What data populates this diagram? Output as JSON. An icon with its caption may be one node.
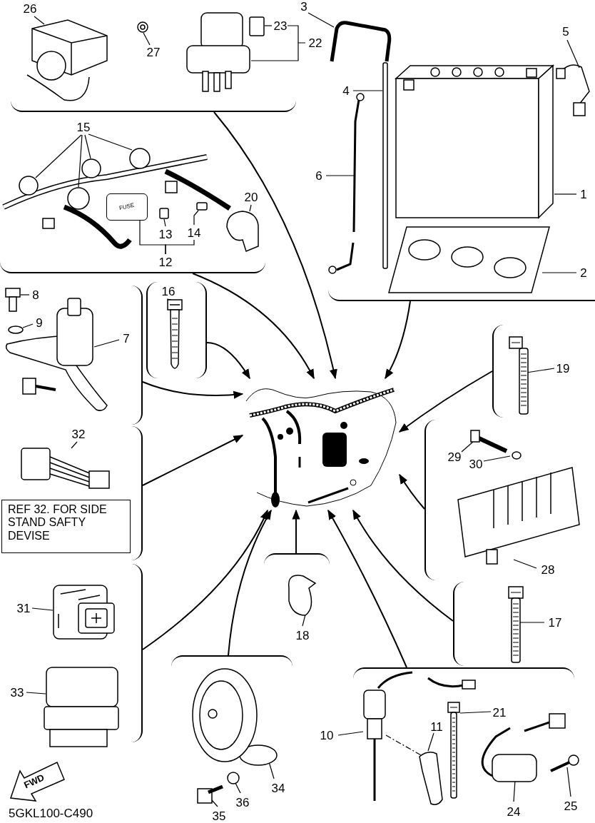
{
  "diagram": {
    "nodes": [
      {
        "text": [],
        "shape": "box"
      },
      {
        "text": [
          "26"
        ],
        "in": 0
      },
      {
        "text": [
          "27"
        ],
        "in": 0
      },
      {
        "text": [
          "23"
        ],
        "in": 0
      },
      {
        "text": [
          "22"
        ]
      },
      {
        "text": [],
        "shape": "box"
      },
      {
        "text": [
          "3"
        ]
      },
      {
        "text": [
          "5"
        ],
        "in": 5
      },
      {
        "text": [
          "4"
        ],
        "in": 5
      },
      {
        "text": [
          "6"
        ]
      },
      {
        "text": [
          "1"
        ],
        "in": 5
      },
      {
        "text": [
          "2"
        ],
        "in": 5
      },
      {
        "text": [],
        "shape": "box"
      },
      {
        "text": [
          "15"
        ],
        "in": 12
      },
      {
        "text": [
          "20"
        ],
        "in": 12
      },
      {
        "text": [
          "13"
        ],
        "in": 12
      },
      {
        "text": [
          "14"
        ],
        "in": 12
      },
      {
        "text": [
          "12"
        ],
        "in": 12
      },
      {
        "text": [],
        "shape": "box"
      },
      {
        "text": [
          "8"
        ],
        "in": 18
      },
      {
        "text": [
          "9"
        ],
        "in": 18
      },
      {
        "text": [
          "7"
        ],
        "in": 18
      },
      {
        "text": [],
        "shape": "box"
      },
      {
        "text": [
          "16"
        ],
        "in": 22
      },
      {
        "text": [],
        "shape": "box"
      },
      {
        "text": [
          "19"
        ],
        "in": 24
      },
      {
        "text": [],
        "shape": "picture"
      },
      {
        "text": [],
        "shape": "box"
      },
      {
        "text": [
          "32"
        ],
        "in": 27
      },
      {
        "text": [
          "REF 32. FOR SIDE STAND SAFTY DEVISE"
        ],
        "in": 27
      },
      {
        "text": [],
        "shape": "box"
      },
      {
        "text": [
          "29"
        ],
        "in": 30
      },
      {
        "text": [
          "30"
        ],
        "in": 30
      },
      {
        "text": [
          "28"
        ],
        "in": 30
      },
      {
        "text": [],
        "shape": "box"
      },
      {
        "text": [
          "18"
        ],
        "in": 34
      },
      {
        "text": [],
        "shape": "box"
      },
      {
        "text": [
          "31"
        ],
        "in": 36
      },
      {
        "text": [
          "33"
        ],
        "in": 36
      },
      {
        "text": [],
        "shape": "box"
      },
      {
        "text": [
          "17"
        ],
        "in": 39
      },
      {
        "text": [],
        "shape": "box"
      },
      {
        "text": [
          "34"
        ],
        "in": 41
      },
      {
        "text": [
          "36"
        ],
        "in": 41
      },
      {
        "text": [
          "35"
        ],
        "in": 41
      },
      {
        "text": [],
        "shape": "box"
      },
      {
        "text": [
          "21"
        ],
        "in": 45
      },
      {
        "text": [
          "10"
        ]
      },
      {
        "text": [
          "11"
        ],
        "in": 45
      },
      {
        "text": [
          "24"
        ],
        "in": 45
      },
      {
        "text": [
          "25"
        ],
        "in": 45
      },
      {
        "text": [],
        "shape": "picture",
        "in": 0
      },
      {
        "text": [],
        "shape": "picture",
        "in": 0
      },
      {
        "text": [],
        "shape": "box",
        "in": 0
      },
      {
        "text": [],
        "shape": "picture",
        "in": 0
      },
      {
        "text": [],
        "shape": "picture",
        "in": 5
      },
      {
        "text": [],
        "shape": "picture",
        "in": 5
      },
      {
        "text": [],
        "shape": "picture",
        "in": 5
      },
      {
        "text": [],
        "shape": "picture",
        "in": 5
      },
      {
        "text": [],
        "shape": "picture",
        "in": 5
      },
      {
        "text": [],
        "shape": "box",
        "in": 5
      },
      {
        "text": [],
        "shape": "circle",
        "in": 12
      },
      {
        "text": [],
        "shape": "circle",
        "in": 12
      },
      {
        "text": [],
        "shape": "circle",
        "in": 12
      },
      {
        "text": [],
        "shape": "circle",
        "in": 12
      },
      {
        "text": [],
        "shape": "picture",
        "in": 12
      },
      {
        "text": [],
        "shape": "box",
        "in": 12
      },
      {
        "text": [],
        "shape": "box",
        "in": 12
      },
      {
        "text": [
          "FUSE"
        ],
        "in": 12
      },
      {
        "text": [],
        "shape": "picture",
        "in": 18
      },
      {
        "text": [],
        "shape": "circle",
        "in": 18
      },
      {
        "text": [],
        "shape": "picture",
        "in": 18
      },
      {
        "text": [],
        "shape": "picture",
        "in": 22
      },
      {
        "text": [],
        "shape": "picture",
        "in": 24
      },
      {
        "text": [],
        "shape": "picture",
        "in": 27
      },
      {
        "text": [],
        "shape": "picture",
        "in": 30
      },
      {
        "text": [],
        "shape": "circle",
        "in": 30
      },
      {
        "text": [],
        "shape": "picture",
        "in": 30
      },
      {
        "text": [],
        "shape": "picture",
        "in": 34
      },
      {
        "text": [],
        "shape": "picture",
        "in": 36
      },
      {
        "text": [],
        "shape": "picture",
        "in": 36
      },
      {
        "text": [],
        "shape": "picture",
        "in": 39
      },
      {
        "text": [],
        "shape": "picture",
        "in": 41
      },
      {
        "text": [],
        "shape": "circle",
        "in": 41
      },
      {
        "text": [],
        "shape": "picture",
        "in": 41
      },
      {
        "text": [],
        "shape": "picture",
        "in": 45
      },
      {
        "text": [],
        "shape": "picture",
        "in": 45
      },
      {
        "text": [],
        "shape": "picture",
        "in": 45
      },
      {
        "text": [],
        "shape": "picture",
        "in": 45
      },
      {
        "text": [],
        "shape": "picture",
        "in": 45
      }
    ],
    "edges": [
      {
        "from": 1,
        "to": 51,
        "arrow": "none"
      },
      {
        "from": 2,
        "to": 52,
        "arrow": "none"
      },
      {
        "from": 3,
        "to": 53,
        "arrow": "none"
      },
      {
        "from": 4,
        "to": 54,
        "arrow": "none"
      },
      {
        "from": 6,
        "to": 55,
        "arrow": "none"
      },
      {
        "from": 7,
        "to": 56,
        "arrow": "none"
      },
      {
        "from": 8,
        "to": 60,
        "arrow": "none"
      },
      {
        "from": 9,
        "to": 58,
        "arrow": "none"
      },
      {
        "from": 10,
        "to": 57,
        "arrow": "none"
      },
      {
        "from": 11,
        "to": 59,
        "arrow": "none"
      },
      {
        "from": 13,
        "to": 61,
        "arrow": "none"
      },
      {
        "from": 13,
        "to": 62,
        "arrow": "none"
      },
      {
        "from": 13,
        "to": 63,
        "arrow": "none"
      },
      {
        "from": 13,
        "to": 64,
        "arrow": "none"
      },
      {
        "from": 14,
        "to": 65,
        "arrow": "none"
      },
      {
        "from": 15,
        "to": 66,
        "arrow": "none"
      },
      {
        "from": 16,
        "to": 67,
        "arrow": "none"
      },
      {
        "from": 17,
        "to": 68,
        "arrow": "none"
      },
      {
        "from": 19,
        "to": 69,
        "arrow": "none"
      },
      {
        "from": 20,
        "to": 70,
        "arrow": "none"
      },
      {
        "from": 21,
        "to": 71,
        "arrow": "none"
      },
      {
        "from": 23,
        "to": 72,
        "arrow": "none"
      },
      {
        "from": 25,
        "to": 73,
        "arrow": "none"
      },
      {
        "from": 28,
        "to": 74,
        "arrow": "none"
      },
      {
        "from": 31,
        "to": 75,
        "arrow": "none"
      },
      {
        "from": 32,
        "to": 76,
        "arrow": "none"
      },
      {
        "from": 33,
        "to": 77,
        "arrow": "none"
      },
      {
        "from": 35,
        "to": 78,
        "arrow": "none"
      },
      {
        "from": 37,
        "to": 79,
        "arrow": "none"
      },
      {
        "from": 38,
        "to": 80,
        "arrow": "none"
      },
      {
        "from": 40,
        "to": 81,
        "arrow": "none"
      },
      {
        "from": 42,
        "to": 82,
        "arrow": "none"
      },
      {
        "from": 43,
        "to": 83,
        "arrow": "none"
      },
      {
        "from": 44,
        "to": 84,
        "arrow": "none"
      },
      {
        "from": 46,
        "to": 87,
        "arrow": "none"
      },
      {
        "from": 47,
        "to": 85,
        "arrow": "none"
      },
      {
        "from": 48,
        "to": 86,
        "arrow": "none"
      },
      {
        "from": 49,
        "to": 88,
        "arrow": "none"
      },
      {
        "from": 50,
        "to": 89,
        "arrow": "none"
      },
      {
        "from": 0,
        "to": 26,
        "arrow": "to"
      },
      {
        "from": 12,
        "to": 26,
        "arrow": "to"
      },
      {
        "from": 5,
        "to": 26,
        "arrow": "to"
      },
      {
        "from": 18,
        "to": 26,
        "arrow": "to"
      },
      {
        "from": 22,
        "to": 26,
        "arrow": "to"
      },
      {
        "from": 24,
        "to": 26,
        "arrow": "to"
      },
      {
        "from": 27,
        "to": 26,
        "arrow": "to"
      },
      {
        "from": 30,
        "to": 26,
        "arrow": "to"
      },
      {
        "from": 34,
        "to": 26,
        "arrow": "to"
      },
      {
        "from": 36,
        "to": 26,
        "arrow": "to"
      },
      {
        "from": 39,
        "to": 26,
        "arrow": "to"
      },
      {
        "from": 41,
        "to": 26,
        "arrow": "to"
      },
      {
        "from": 45,
        "to": 26,
        "arrow": "to"
      },
      {
        "from": 85,
        "to": 86,
        "arrow": "none",
        "style": "dashed"
      },
      {
        "from": 4,
        "to": 3,
        "arrow": "none"
      },
      {
        "from": 17,
        "to": 16,
        "arrow": "none"
      }
    ],
    "labels": [
      "FWD",
      "5GKL100-C490"
    ]
  }
}
